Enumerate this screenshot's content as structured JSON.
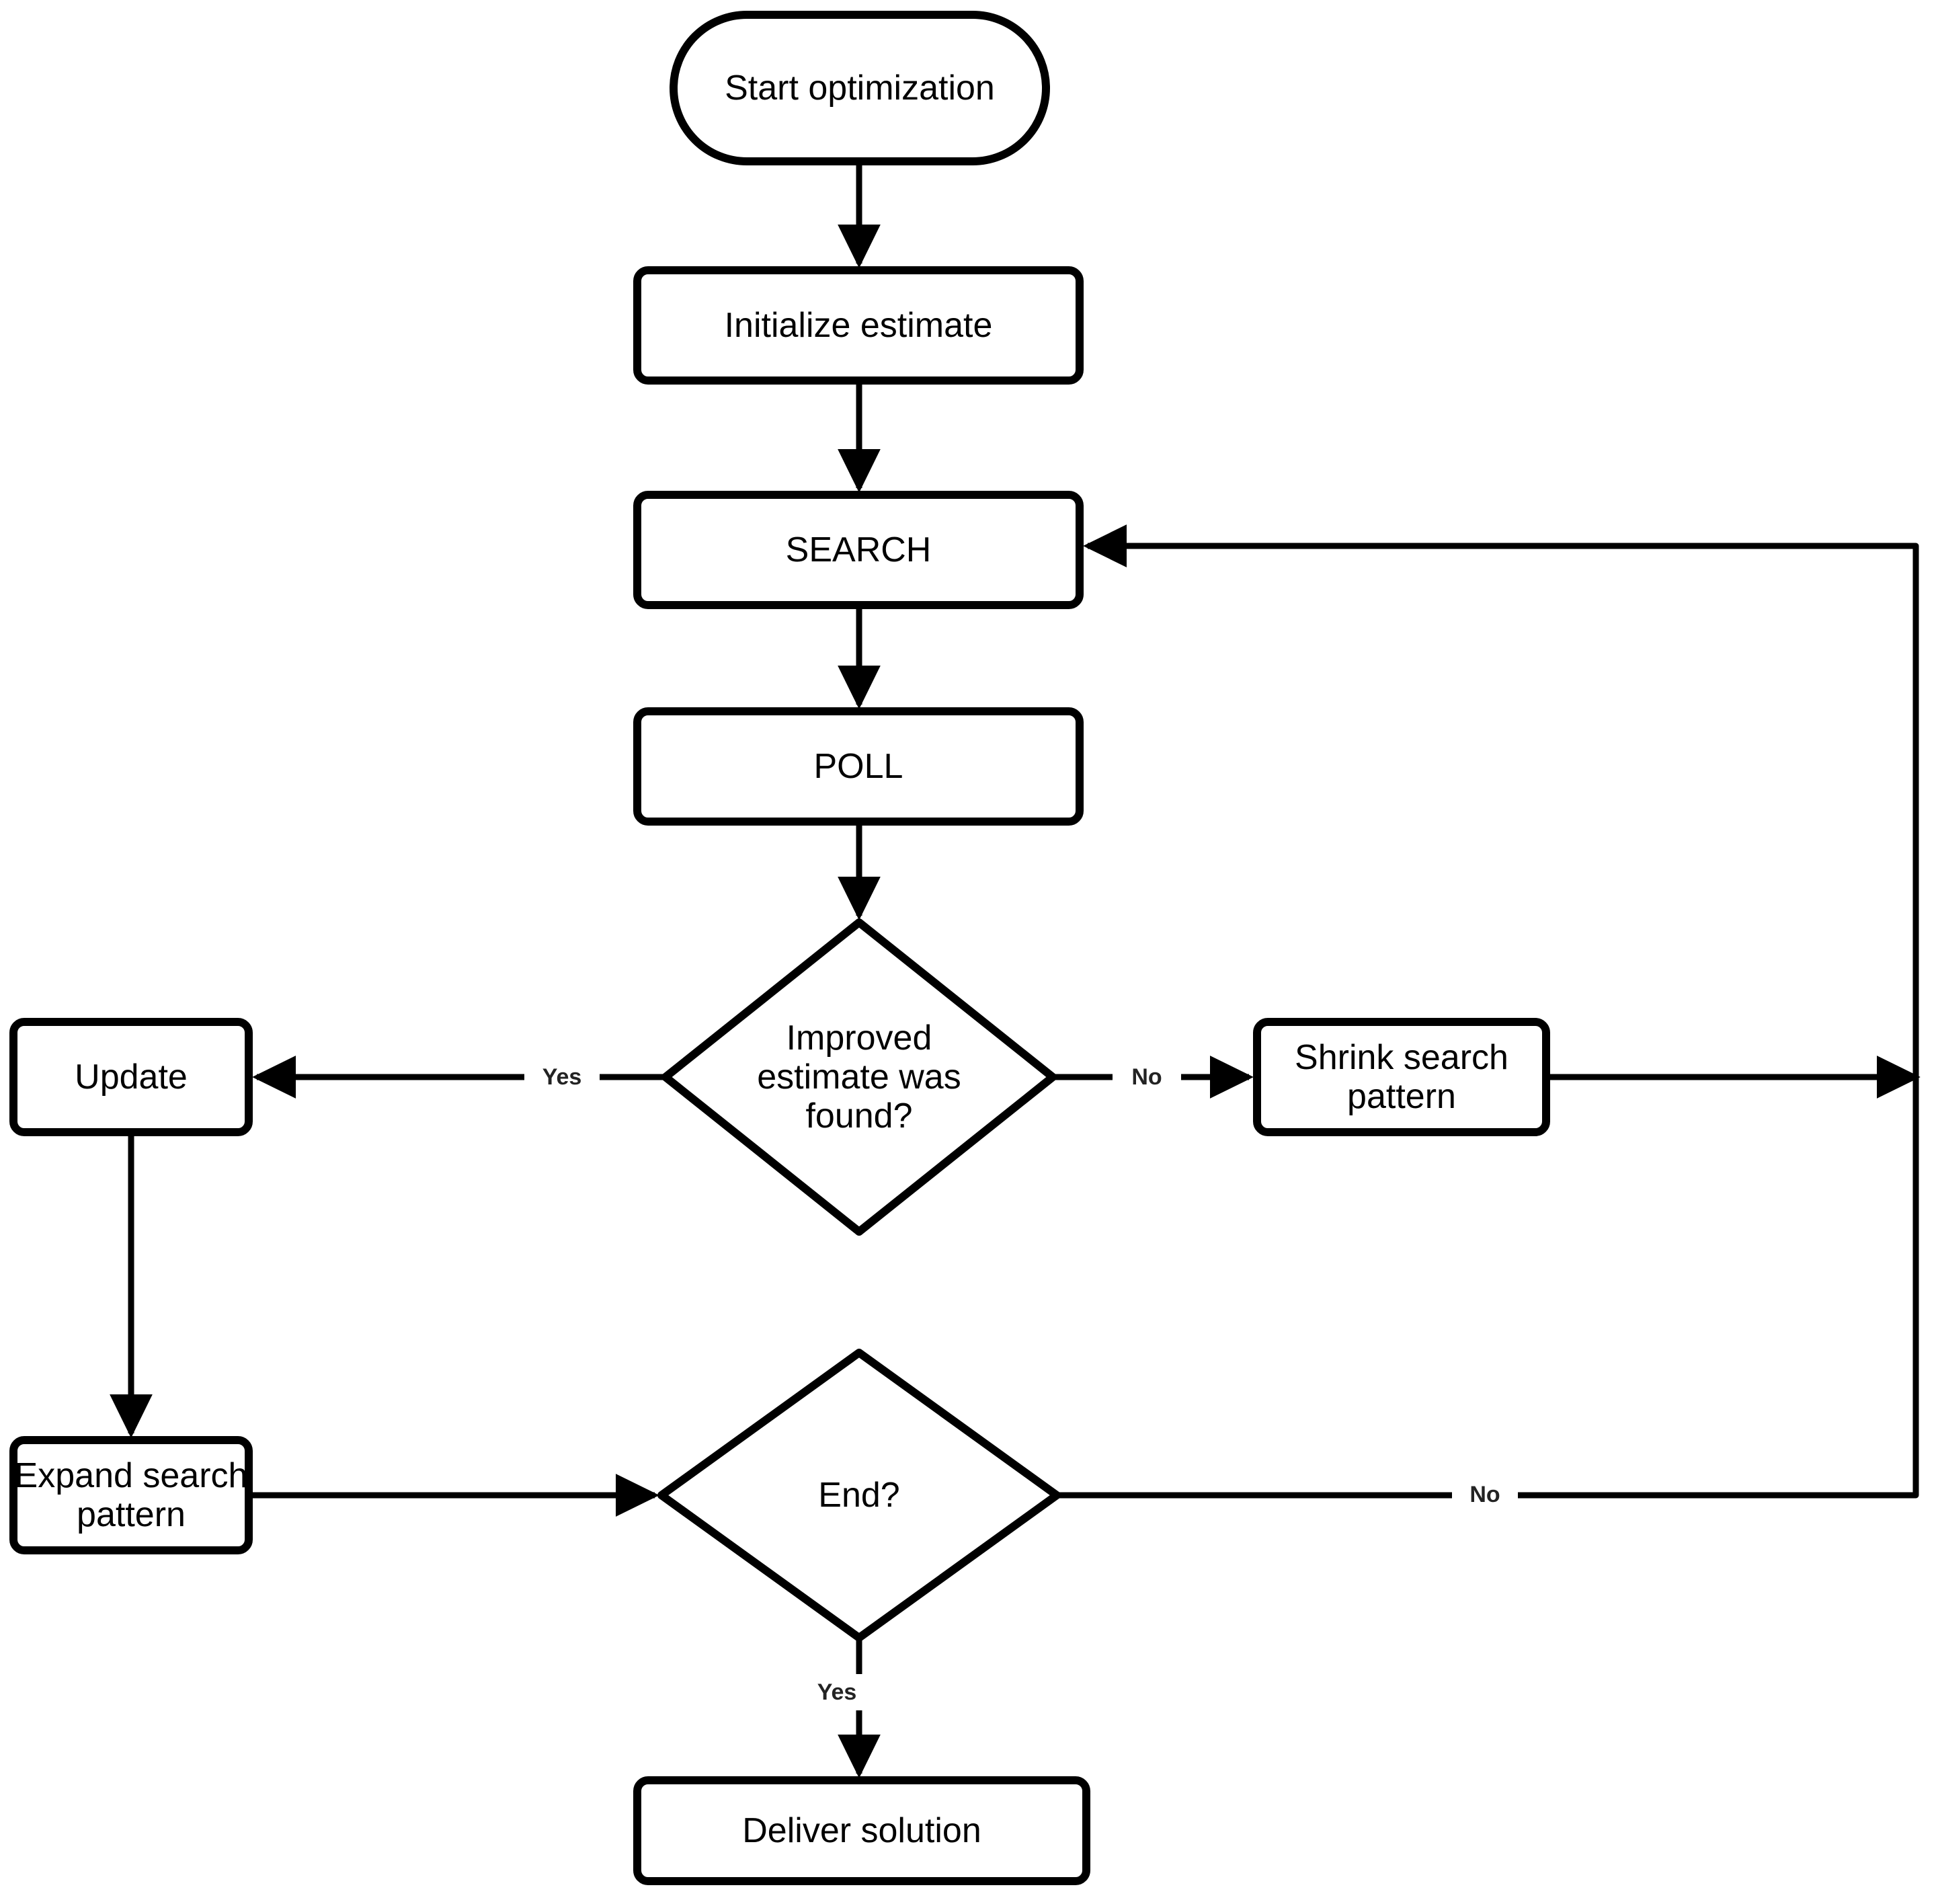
{
  "diagram": {
    "title": "Optimization algorithm flowchart",
    "background_color": "#ffffff",
    "stroke_color": "#000000",
    "label_color": "#232323",
    "stroke_width": 9
  },
  "nodes": {
    "start": {
      "label": "Start optimization",
      "shape": "stadium"
    },
    "initialize": {
      "label": "Initialize estimate",
      "shape": "rounded-rect"
    },
    "search": {
      "label": "SEARCH",
      "shape": "rounded-rect"
    },
    "poll": {
      "label": "POLL",
      "shape": "rounded-rect"
    },
    "improved": {
      "label": "Improved\nestimate was\nfound?",
      "shape": "diamond"
    },
    "update": {
      "label": "Update",
      "shape": "rounded-rect"
    },
    "shrink": {
      "label": "Shrink search pattern",
      "shape": "rounded-rect"
    },
    "expand": {
      "label": "Expand search pattern",
      "shape": "rounded-rect"
    },
    "end_decision": {
      "label": "End?",
      "shape": "diamond"
    },
    "deliver": {
      "label": "Deliver solution",
      "shape": "rounded-rect"
    }
  },
  "edges": {
    "start_to_initialize": {
      "label": ""
    },
    "initialize_to_search": {
      "label": ""
    },
    "search_to_poll": {
      "label": ""
    },
    "poll_to_improved": {
      "label": ""
    },
    "improved_to_update": {
      "label": "Yes"
    },
    "improved_to_shrink": {
      "label": "No"
    },
    "update_to_expand": {
      "label": ""
    },
    "expand_to_end": {
      "label": ""
    },
    "shrink_to_search_loop": {
      "label": ""
    },
    "end_to_search_loop": {
      "label": "No"
    },
    "end_to_deliver": {
      "label": "Yes"
    }
  }
}
